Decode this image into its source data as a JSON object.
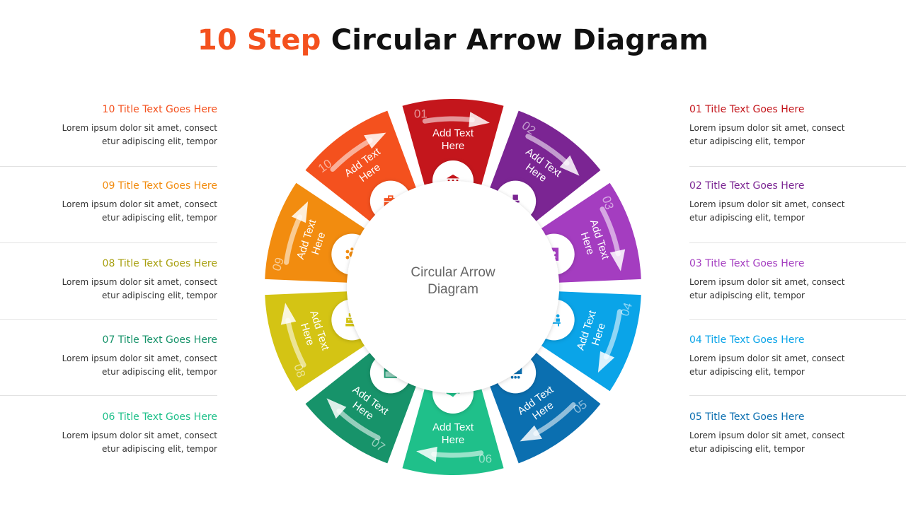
{
  "title": {
    "accent": "10 Step",
    "rest": "Circular Arrow Diagram"
  },
  "center_label": [
    "Circular Arrow",
    "Diagram"
  ],
  "steps": [
    {
      "num": "01",
      "title": "01 Title Text Goes Here",
      "label": [
        "Add Text",
        "Here"
      ],
      "color": "#C4161C",
      "icon": "bank-icon",
      "desc": [
        "Lorem ipsum dolor sit amet, consect",
        "etur adipiscing elit, tempor"
      ]
    },
    {
      "num": "02",
      "title": "02 Title Text Goes Here",
      "label": [
        "Add Text",
        "Here"
      ],
      "color": "#7B2593",
      "icon": "chair-icon",
      "desc": [
        "Lorem ipsum dolor sit amet, consect",
        "etur adipiscing elit, tempor"
      ]
    },
    {
      "num": "03",
      "title": "03 Title Text Goes Here",
      "label": [
        "Add Text",
        "Here"
      ],
      "color": "#A43DC0",
      "icon": "contact-book-icon",
      "desc": [
        "Lorem ipsum dolor sit amet, consect",
        "etur adipiscing elit, tempor"
      ]
    },
    {
      "num": "04",
      "title": "04 Title Text Goes Here",
      "label": [
        "Add Text",
        "Here"
      ],
      "color": "#0AA4E8",
      "icon": "meeting-icon",
      "desc": [
        "Lorem ipsum dolor sit amet, consect",
        "etur adipiscing elit, tempor"
      ]
    },
    {
      "num": "05",
      "title": "05 Title Text Goes Here",
      "label": [
        "Add Text",
        "Here"
      ],
      "color": "#0B6FB0",
      "icon": "presentation-icon",
      "desc": [
        "Lorem ipsum dolor sit amet, consect",
        "etur adipiscing elit, tempor"
      ]
    },
    {
      "num": "06",
      "title": "06 Title Text Goes Here",
      "label": [
        "Add Text",
        "Here"
      ],
      "color": "#1FC08A",
      "icon": "handshake-icon",
      "desc": [
        "Lorem ipsum dolor sit amet, consect",
        "etur adipiscing elit, tempor"
      ]
    },
    {
      "num": "07",
      "title": "07 Title Text Goes Here",
      "label": [
        "Add Text",
        "Here"
      ],
      "color": "#17936A",
      "icon": "folder-icon",
      "desc": [
        "Lorem ipsum dolor sit amet, consect",
        "etur adipiscing elit, tempor"
      ]
    },
    {
      "num": "08",
      "title": "08 Title Text Goes Here",
      "label": [
        "Add Text",
        "Here"
      ],
      "color": "#D4C414",
      "icon": "cash-register-icon",
      "desc": [
        "Lorem ipsum dolor sit amet, consect",
        "etur adipiscing elit, tempor"
      ]
    },
    {
      "num": "09",
      "title": "09 Title Text Goes Here",
      "label": [
        "Add Text",
        "Here"
      ],
      "color": "#F28C0F",
      "icon": "team-icon",
      "desc": [
        "Lorem ipsum dolor sit amet, consect",
        "etur adipiscing elit, tempor"
      ]
    },
    {
      "num": "10",
      "title": "10 Title Text Goes Here",
      "label": [
        "Add Text",
        "Here"
      ],
      "color": "#F4511E",
      "icon": "briefcase-icon",
      "desc": [
        "Lorem ipsum dolor sit amet, consect",
        "etur adipiscing elit, tempor"
      ]
    }
  ],
  "title_colors": {
    "01": "#C4161C",
    "02": "#7B2593",
    "03": "#A43DC0",
    "04": "#0AA4E8",
    "05": "#0B6FB0",
    "06": "#1FC08A",
    "07": "#17936A",
    "08": "#A8A010",
    "09": "#F28C0F",
    "10": "#F4511E"
  }
}
